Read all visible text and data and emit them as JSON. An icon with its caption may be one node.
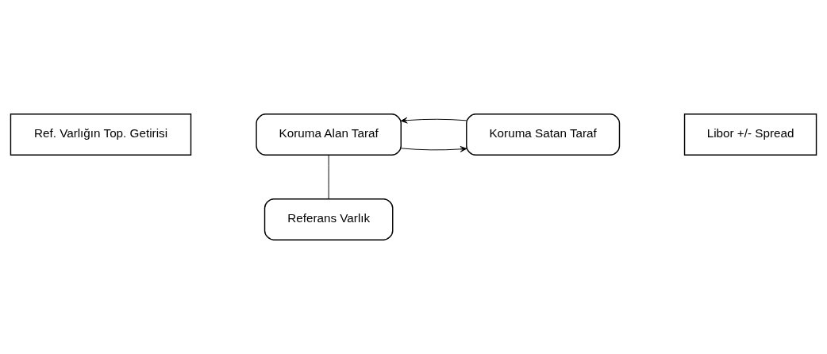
{
  "diagram": {
    "nodes": [
      {
        "text": [
          "Ref. Varlığın Top. Getirisi"
        ]
      },
      {
        "text": [
          "Koruma Alan Taraf"
        ]
      },
      {
        "text": [
          "Koruma Satan Taraf"
        ]
      },
      {
        "text": [
          "Libor +/- Spread"
        ]
      },
      {
        "text": [
          "Referans Varlık"
        ]
      }
    ],
    "edges": [
      {
        "from": 1,
        "to": 2,
        "arrow": "to"
      },
      {
        "from": 2,
        "to": 1,
        "arrow": "to"
      },
      {
        "from": 1,
        "to": 4,
        "arrow": "none"
      }
    ]
  }
}
